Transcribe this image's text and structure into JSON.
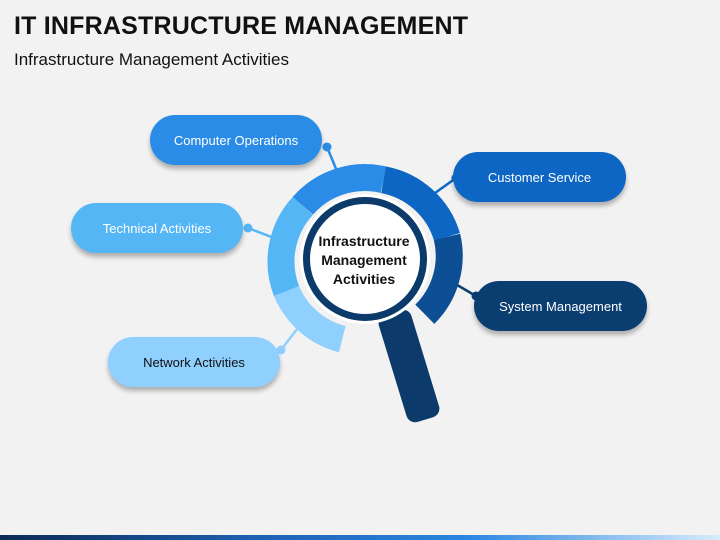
{
  "title": "IT INFRASTRUCTURE MANAGEMENT",
  "subtitle": "Infrastructure Management Activities",
  "center": {
    "line1": "Infrastructure",
    "line2": "Management",
    "line3": "Activities"
  },
  "activities": {
    "computer_operations": "Computer Operations",
    "technical_activities": "Technical Activities",
    "network_activities": "Network Activities",
    "customer_service": "Customer Service",
    "system_management": "System Management"
  },
  "colors": {
    "light_blue": "#8fd0ff",
    "sky_blue": "#54b6f5",
    "bright_blue": "#2a8ce6",
    "medium_blue": "#0e66c4",
    "dark_blue": "#0c4f95",
    "navy": "#0a3d70",
    "handle": "#0c3a6a"
  }
}
